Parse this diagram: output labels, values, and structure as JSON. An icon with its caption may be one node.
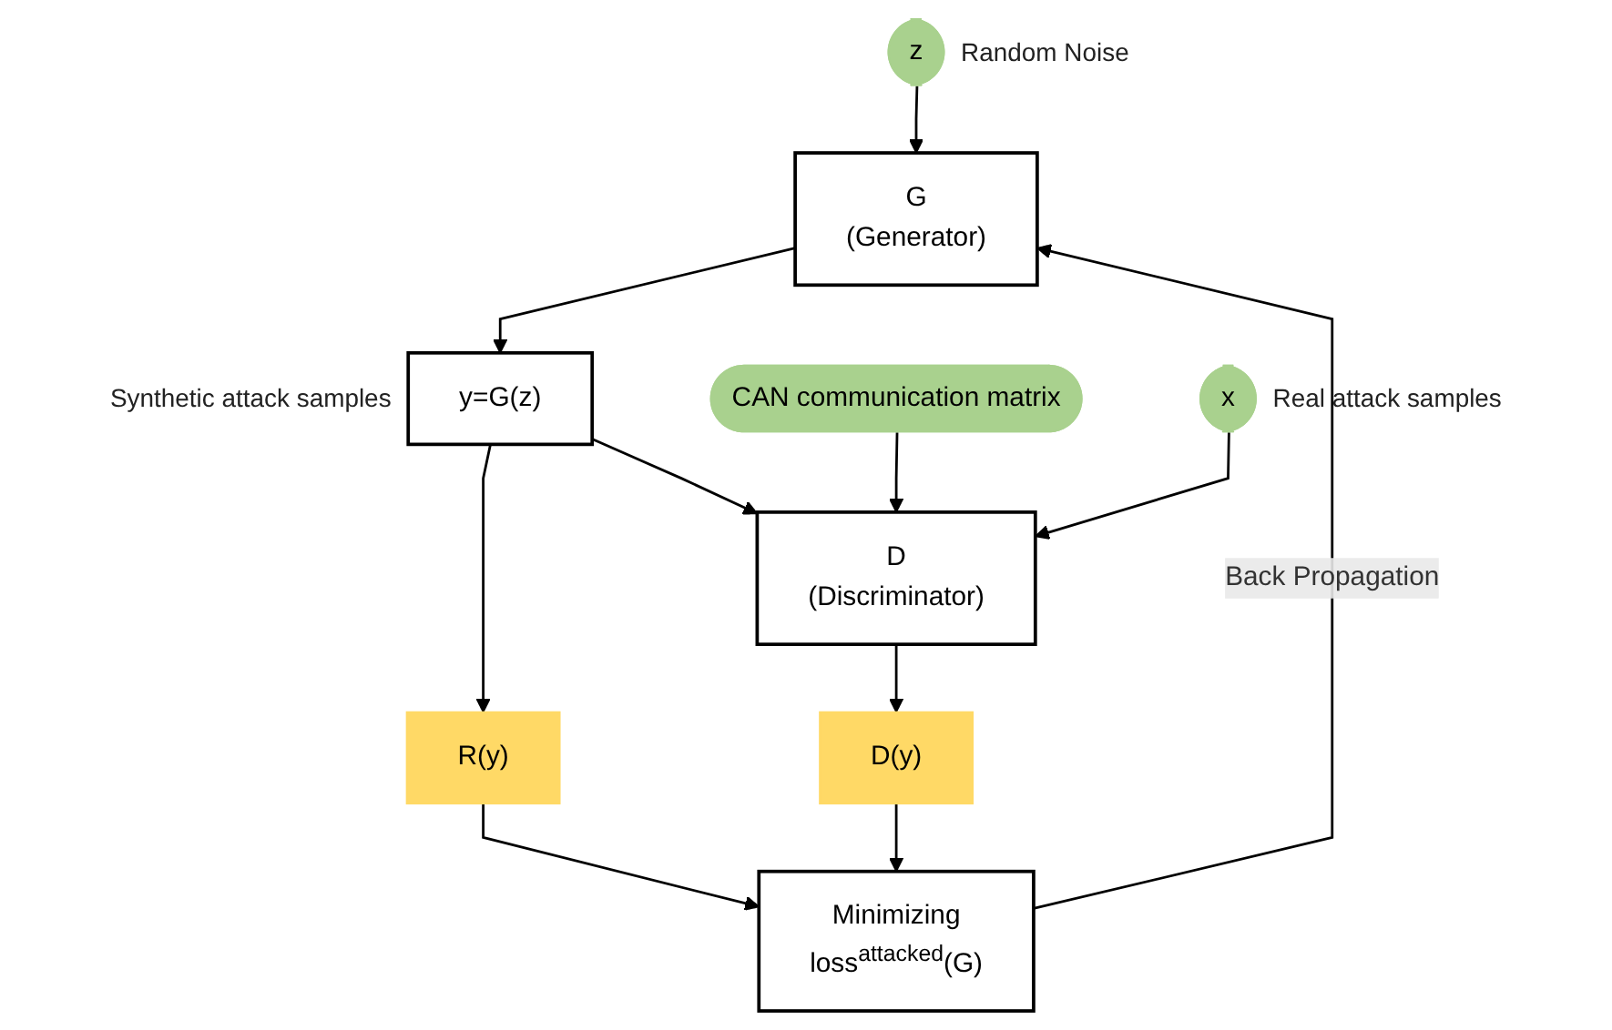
{
  "diagram": {
    "nodes": [
      {
        "text": [
          "z"
        ],
        "beside": [
          "Random Noise"
        ]
      },
      {
        "text": [
          "G",
          "(Generator)"
        ]
      },
      {
        "text": [
          "y=G(z)"
        ],
        "beside": [
          "Synthetic attack samples"
        ]
      },
      {
        "text": [
          "R(y)"
        ]
      },
      {
        "text": [
          "CAN communication matrix"
        ]
      },
      {
        "text": [
          "D",
          "(Discriminator)"
        ]
      },
      {
        "text": [
          "D(y)"
        ]
      },
      {
        "text": [
          "x"
        ],
        "beside": [
          "Real attack samples"
        ]
      },
      {
        "text": [
          "Minimizing",
          "loss$^{attacked}$(G)"
        ]
      }
    ],
    "edges": [
      {
        "from": 0,
        "to": 1,
        "arrow": "to"
      },
      {
        "from": 1,
        "to": 2,
        "arrow": "to"
      },
      {
        "from": 2,
        "to": 3,
        "arrow": "to"
      },
      {
        "from": 2,
        "to": 5,
        "arrow": "to"
      },
      {
        "from": 4,
        "to": 5,
        "arrow": "to"
      },
      {
        "from": 7,
        "to": 5,
        "arrow": "to"
      },
      {
        "from": 5,
        "to": 6,
        "arrow": "to"
      },
      {
        "from": 3,
        "to": 8,
        "arrow": "to"
      },
      {
        "from": 6,
        "to": 8,
        "arrow": "to"
      },
      {
        "from": 8,
        "to": 1,
        "arrow": "to",
        "label": "Back Propagation"
      }
    ]
  }
}
